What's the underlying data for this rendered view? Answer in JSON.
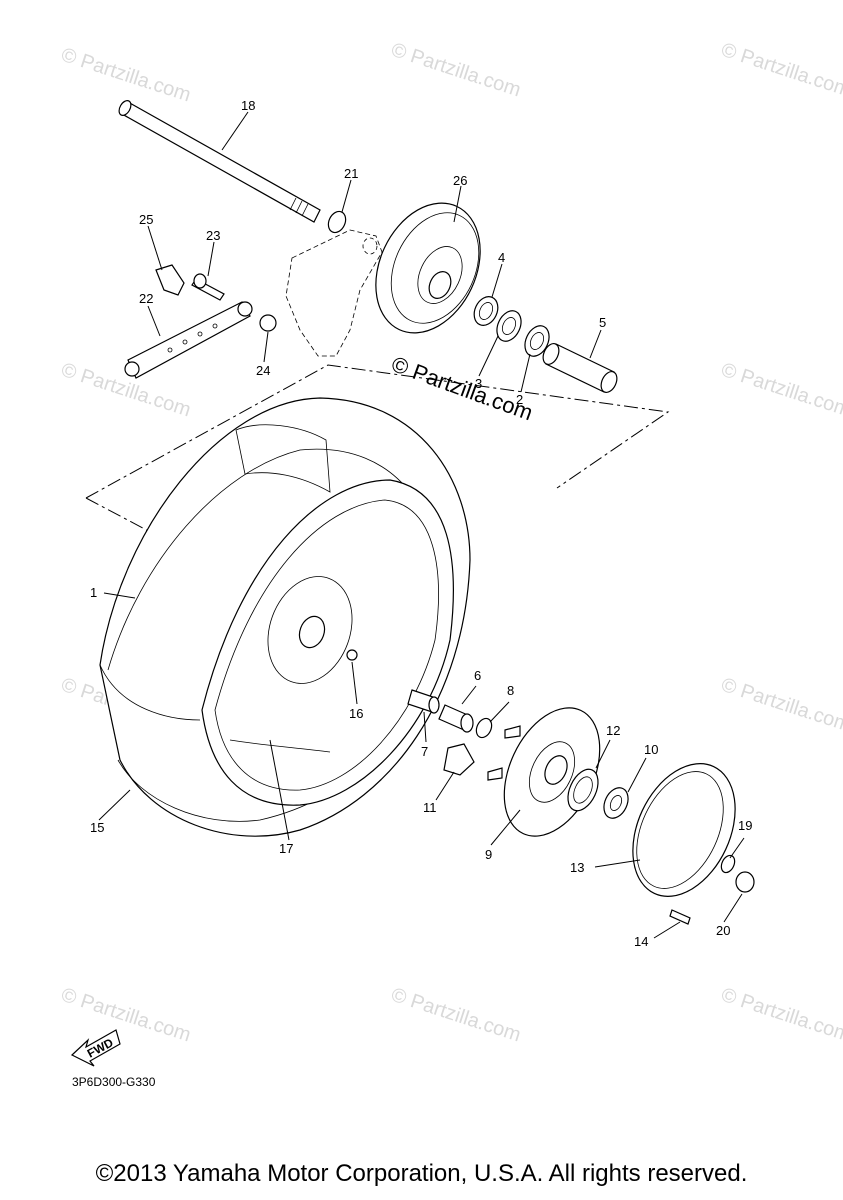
{
  "watermark_text": "© Partzilla.com",
  "brand_watermark": "© Partzilla.com",
  "diagram_code": "3P6D300-G330",
  "fwd_label": "FWD",
  "copyright": "©2013 Yamaha Motor Corporation, U.S.A. All rights reserved.",
  "callouts": {
    "c1": "1",
    "c2": "2",
    "c3": "3",
    "c4": "4",
    "c5": "5",
    "c6": "6",
    "c7": "7",
    "c8": "8",
    "c9": "9",
    "c10": "10",
    "c11": "11",
    "c12": "12",
    "c13": "13",
    "c14": "14",
    "c15": "15",
    "c16": "16",
    "c17": "17",
    "c18": "18",
    "c19": "19",
    "c20": "20",
    "c21": "21",
    "c22": "22",
    "c23": "23",
    "c24": "24",
    "c25": "25",
    "c26": "26"
  }
}
